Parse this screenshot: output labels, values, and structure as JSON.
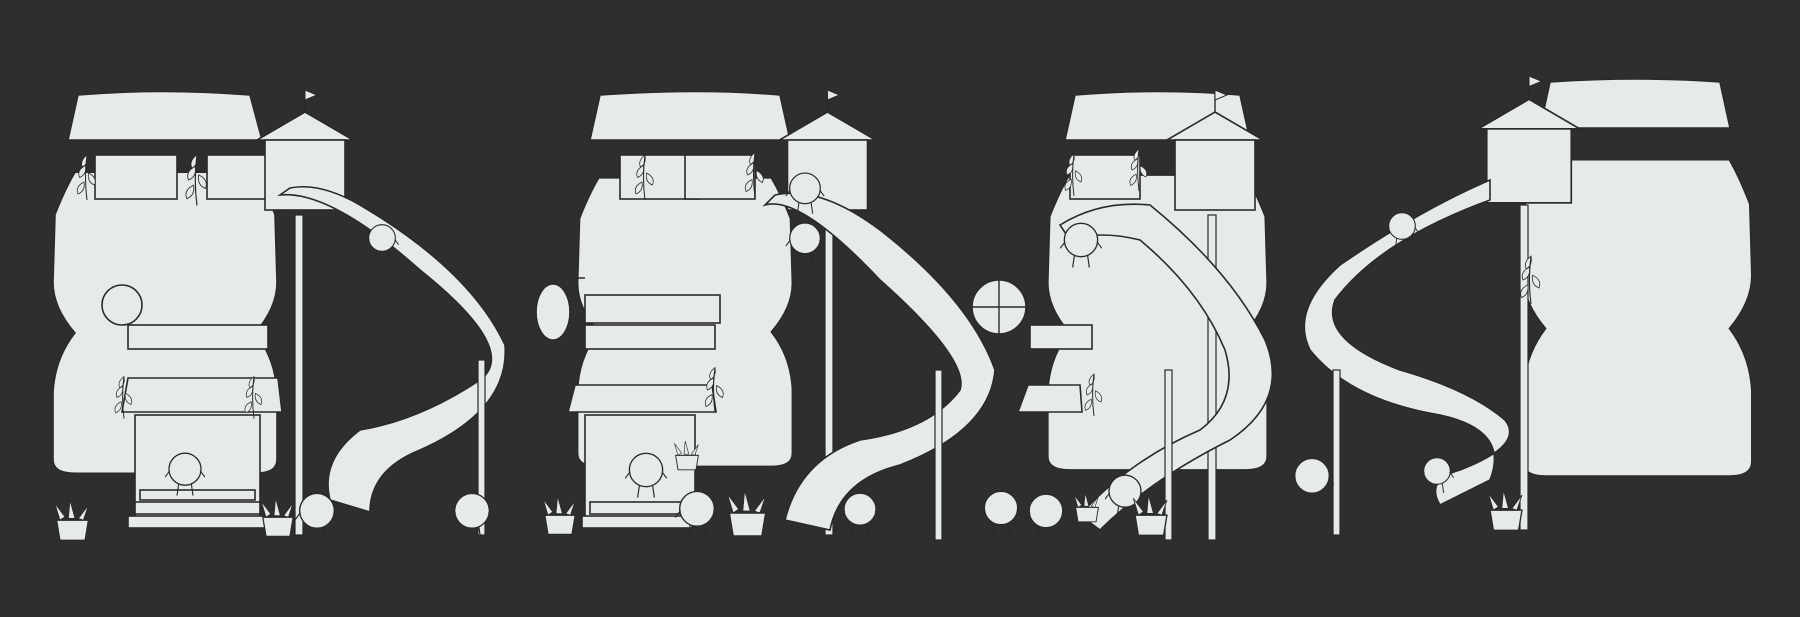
{
  "scene": {
    "background": "#2e2e2e",
    "model_fill": "#e6ebe9",
    "wire_color": "#2a2a2a",
    "views": [
      {
        "id": "front"
      },
      {
        "id": "three-quarter"
      },
      {
        "id": "side"
      },
      {
        "id": "back"
      }
    ]
  }
}
